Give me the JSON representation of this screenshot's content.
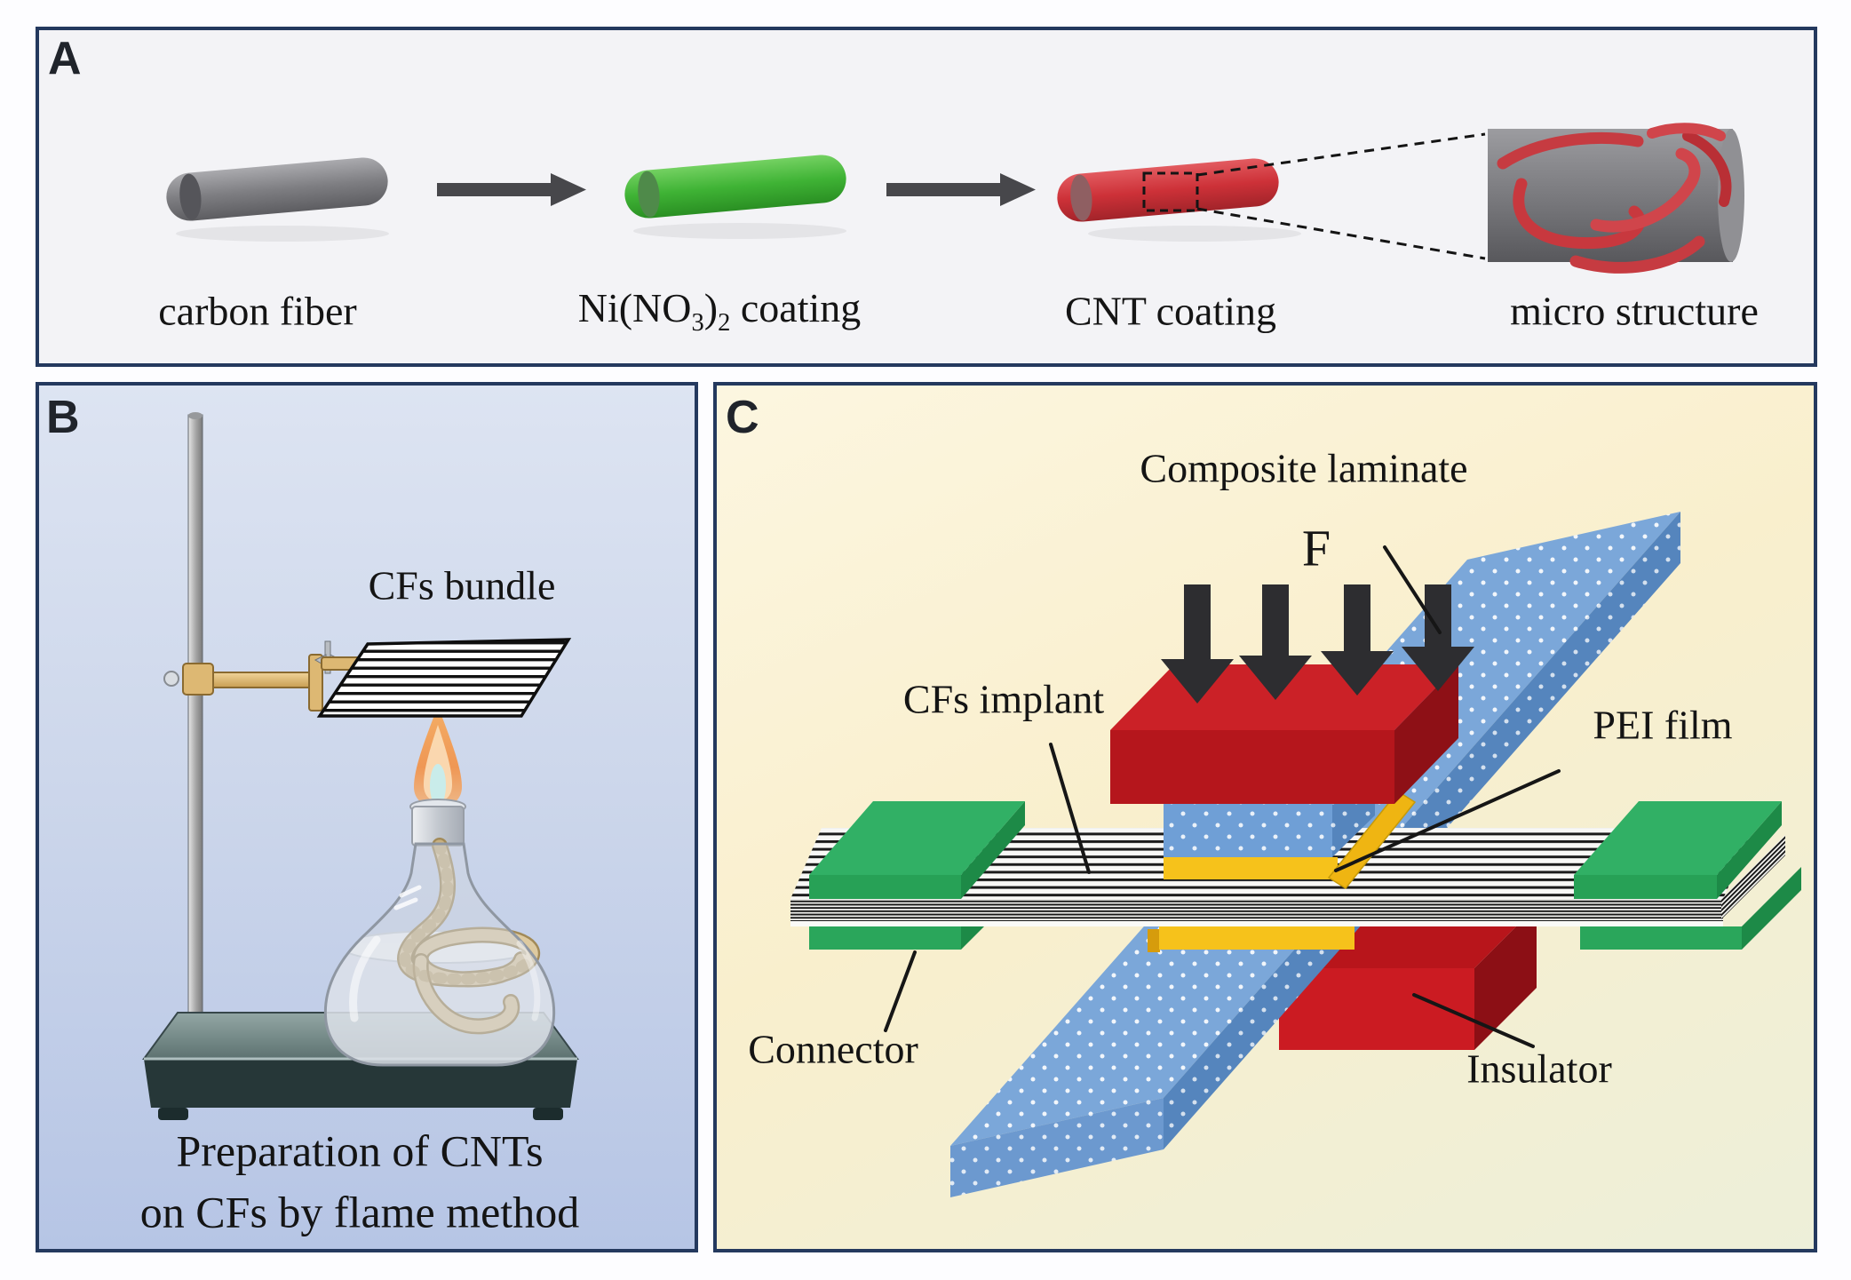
{
  "panel_a": {
    "letter": "A",
    "label_carbon_fiber": "carbon fiber",
    "label_ni_pre": "Ni(NO",
    "label_ni_sub1": "3",
    "label_ni_close": ")",
    "label_ni_sub2": "2",
    "label_ni_post": " coating",
    "label_cnt": "CNT coating",
    "label_micro": "micro structure"
  },
  "panel_b": {
    "letter": "B",
    "label_bundle": "CFs bundle",
    "caption_line1": "Preparation of CNTs",
    "caption_line2": "on CFs by flame method"
  },
  "panel_c": {
    "letter": "C",
    "label_laminate": "Composite laminate",
    "label_force": "F",
    "label_implant": "CFs implant",
    "label_pei": "PEI film",
    "label_connector": "Connector",
    "label_insulator": "Insulator"
  },
  "colors": {
    "panel_border": "#24395e",
    "carbon_fiber_gray": "#7e7e82",
    "nickel_nitrate_green": "#3fb335",
    "cnt_red": "#cd3138",
    "laminate_blue": "#7ba7d9",
    "connector_green": "#2aa65b",
    "insulator_red": "#cb1b22",
    "pei_yellow": "#f6c21b",
    "panel_b_background": "#c9d4ea",
    "panel_c_background": "#f9efcd"
  }
}
